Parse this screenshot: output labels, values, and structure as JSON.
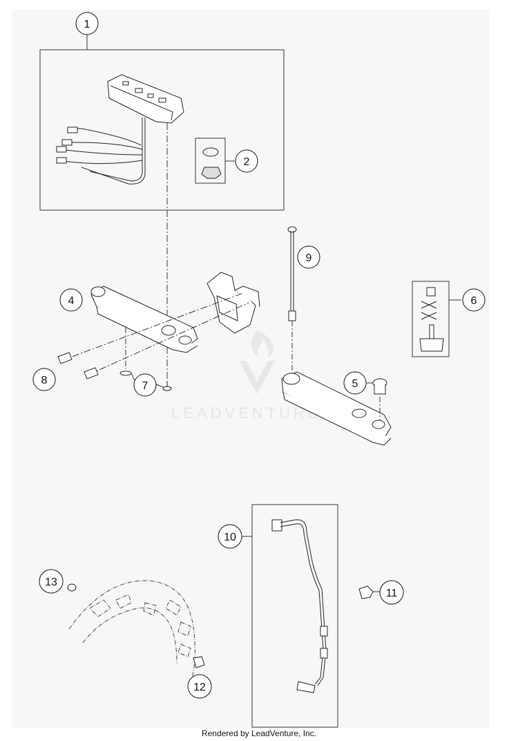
{
  "callouts": [
    {
      "label": "1"
    },
    {
      "label": "2"
    },
    {
      "label": "4"
    },
    {
      "label": "6"
    },
    {
      "label": "8"
    },
    {
      "label": "7"
    },
    {
      "label": "9"
    },
    {
      "label": "5"
    },
    {
      "label": "10"
    },
    {
      "label": "13"
    },
    {
      "label": "11"
    },
    {
      "label": "12"
    }
  ],
  "watermark": {
    "text": "LEADVENTURE"
  },
  "footer": {
    "text": "Rendered by LeadVenture, Inc."
  }
}
